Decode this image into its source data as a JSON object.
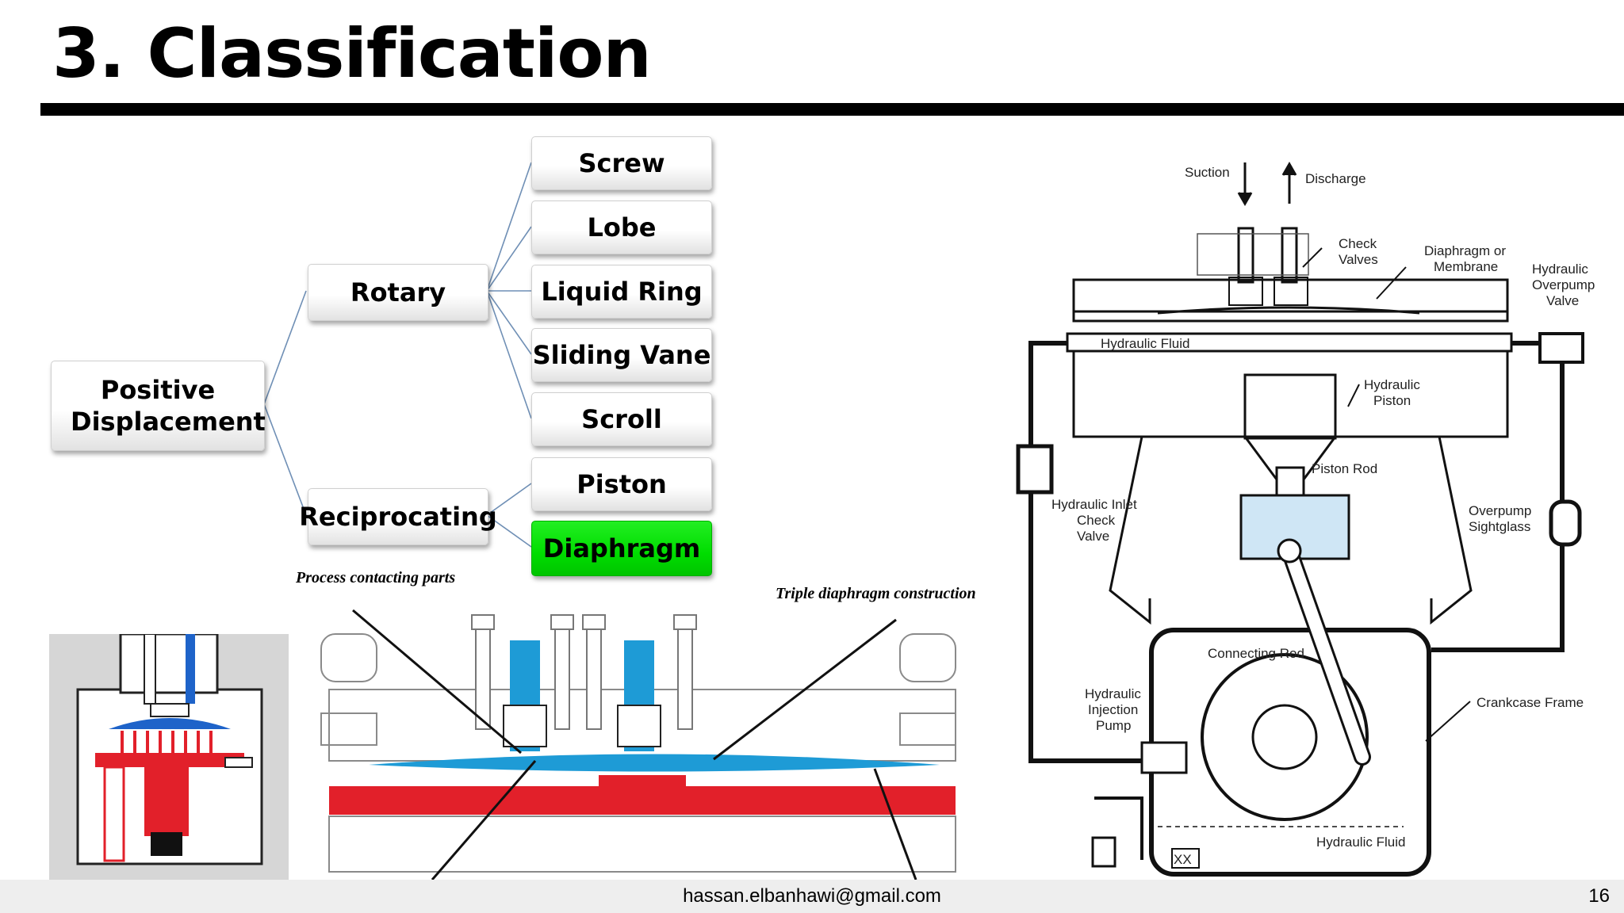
{
  "slide": {
    "title": "3. Classification",
    "footer_email": "hassan.elbanhawi@gmail.com",
    "page_number": "16"
  },
  "tree": {
    "root": "Positive Displacement",
    "groups": [
      "Rotary",
      "Reciprocating"
    ],
    "rotary_items": [
      "Screw",
      "Lobe",
      "Liquid Ring",
      "Sliding Vane",
      "Scroll"
    ],
    "reciprocating_items": [
      "Piston",
      "Diaphragm"
    ],
    "highlighted": "Diaphragm",
    "highlight_color": "#00dd00"
  },
  "middle_figure": {
    "caption_left": "Process contacting parts",
    "caption_right": "Triple diaphragm construction",
    "colors": {
      "process": "#1e9bd6",
      "hydraulic": "#e2202a"
    }
  },
  "right_figure": {
    "labels": {
      "suction": "Suction",
      "discharge": "Discharge",
      "check_valves": [
        "Check",
        "Valves"
      ],
      "diaphragm": [
        "Diaphragm or",
        "Membrane"
      ],
      "overpump_valve": [
        "Hydraulic",
        "Overpump",
        "Valve"
      ],
      "hydraulic_fluid_top": "Hydraulic Fluid",
      "hydraulic_piston": [
        "Hydraulic",
        "Piston"
      ],
      "piston_rod": "Piston Rod",
      "inlet_check": [
        "Hydraulic Inlet",
        "Check",
        "Valve"
      ],
      "sightglass": [
        "Overpump",
        "Sightglass"
      ],
      "connecting_rod": "Connecting Rod",
      "injection_pump": [
        "Hydraulic",
        "Injection",
        "Pump"
      ],
      "crankcase": "Crankcase Frame",
      "hydraulic_fluid_bottom": "Hydraulic Fluid",
      "xx": "XX"
    }
  }
}
